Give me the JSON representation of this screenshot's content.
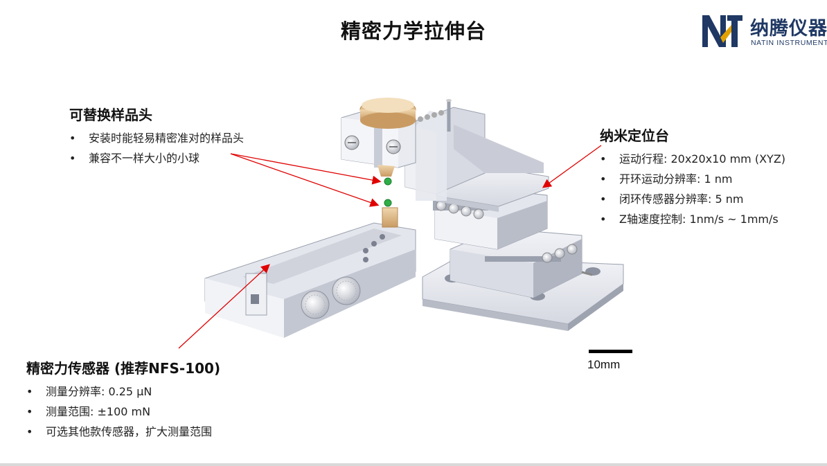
{
  "slide": {
    "title": "精密力学拉伸台"
  },
  "logo": {
    "cn": "纳腾仪器",
    "en": "NATIN INSTRUMENT",
    "mark_color": "#1f3864",
    "accent_color": "#e0a100"
  },
  "sample_head": {
    "heading": "可替换样品头",
    "bullets": [
      "安装时能轻易精密准对的样品头",
      "兼容不一样大小的小球"
    ]
  },
  "nano_stage": {
    "heading": "纳米定位台",
    "bullets": [
      "运动行程: 20x20x10 mm (XYZ)",
      "开环运动分辨率: 1 nm",
      "闭环传感器分辨率: 5 nm",
      "Z轴速度控制: 1nm/s ~ 1mm/s"
    ]
  },
  "force_sensor": {
    "heading": "精密力传感器 (推荐NFS-100)",
    "bullets": [
      "测量分辨率: 0.25 μN",
      "测量范围: ±100 mN",
      "可选其他款传感器，扩大测量范围"
    ]
  },
  "scale": {
    "label": "10mm"
  },
  "colors": {
    "arrow": "#e00000",
    "metal": "#d6d9e2",
    "brass": "#e2c08d"
  },
  "bullet_glyph": "•"
}
